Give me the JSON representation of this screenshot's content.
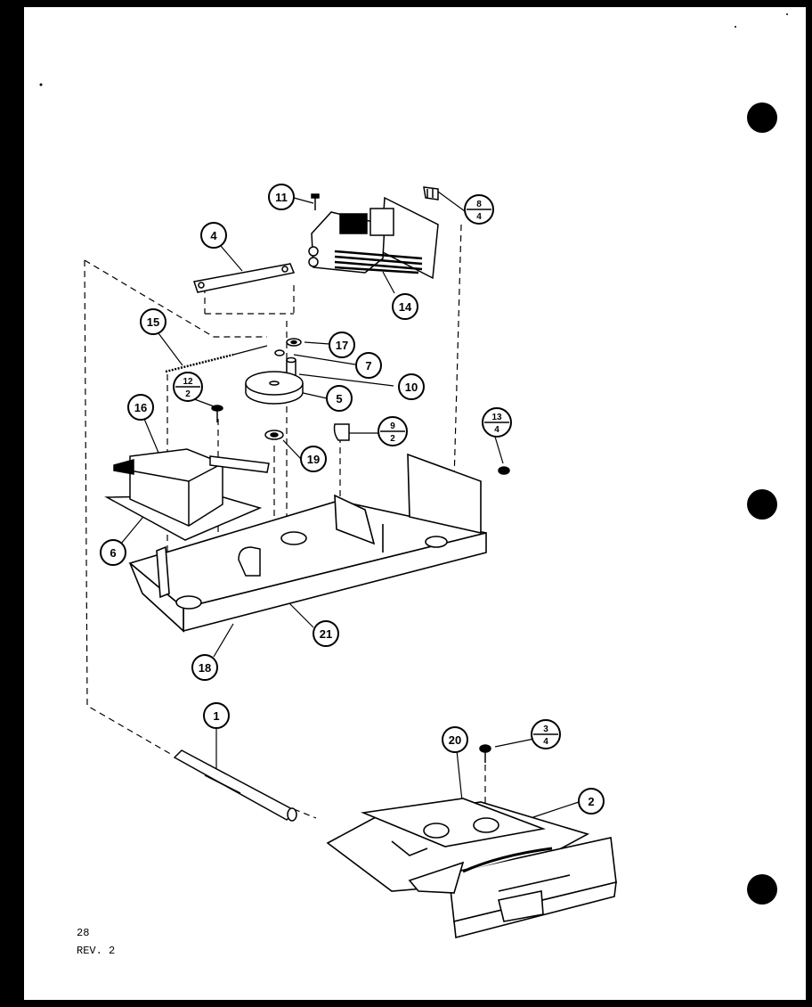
{
  "diagram": {
    "callouts": {
      "c1": "1",
      "c2": "2",
      "c4": "4",
      "c5": "5",
      "c6": "6",
      "c7": "7",
      "c10": "10",
      "c11": "11",
      "c14": "14",
      "c15": "15",
      "c16": "16",
      "c17": "17",
      "c18": "18",
      "c19": "19",
      "c20": "20",
      "c21": "21"
    },
    "split_callouts": {
      "s8": {
        "top": "8",
        "bottom": "4"
      },
      "s12": {
        "top": "12",
        "bottom": "2"
      },
      "s9": {
        "top": "9",
        "bottom": "2"
      },
      "s13": {
        "top": "13",
        "bottom": "4"
      },
      "s3": {
        "top": "3",
        "bottom": "4"
      }
    }
  },
  "footer": {
    "page_number": "28",
    "revision": "REV. 2"
  },
  "colors": {
    "background": "#000000",
    "paper": "#ffffff",
    "ink": "#000000"
  }
}
